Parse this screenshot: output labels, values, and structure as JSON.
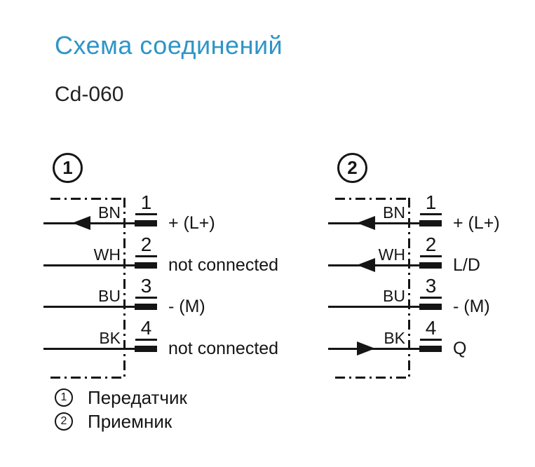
{
  "page": {
    "title": "Схема соединений",
    "subtitle": "Cd-060"
  },
  "colors": {
    "accent_blue": "#2e95c7",
    "ink": "#151515"
  },
  "diagrams": [
    {
      "number": "1",
      "rows": [
        {
          "wire": "BN",
          "pin": "1",
          "label": "+ (L+)",
          "arrow": "left"
        },
        {
          "wire": "WH",
          "pin": "2",
          "label": "not connected",
          "arrow": "none"
        },
        {
          "wire": "BU",
          "pin": "3",
          "label": "- (M)",
          "arrow": "none"
        },
        {
          "wire": "BK",
          "pin": "4",
          "label": "not connected",
          "arrow": "none"
        }
      ]
    },
    {
      "number": "2",
      "rows": [
        {
          "wire": "BN",
          "pin": "1",
          "label": "+ (L+)",
          "arrow": "left"
        },
        {
          "wire": "WH",
          "pin": "2",
          "label": "L/D",
          "arrow": "left"
        },
        {
          "wire": "BU",
          "pin": "3",
          "label": "- (M)",
          "arrow": "none"
        },
        {
          "wire": "BK",
          "pin": "4",
          "label": "Q",
          "arrow": "right"
        }
      ]
    }
  ],
  "legend": [
    {
      "number": "1",
      "label": "Передатчик"
    },
    {
      "number": "2",
      "label": "Приемник"
    }
  ]
}
